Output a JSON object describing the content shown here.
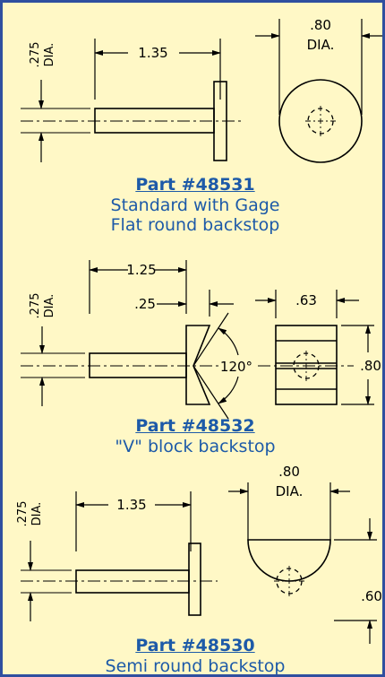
{
  "parts": [
    {
      "number": "Part #48531",
      "desc1": "Standard with Gage",
      "desc2": "Flat round backstop",
      "dims": {
        "length": "1.35",
        "shaft_dia_val": ".275",
        "shaft_dia_unit": "DIA.",
        "head_dia_val": ".80",
        "head_dia_unit": "DIA."
      }
    },
    {
      "number": "Part #48532",
      "desc1": "\"V\" block backstop",
      "dims": {
        "length": "1.25",
        "shaft_dia_val": ".275",
        "shaft_dia_unit": "DIA.",
        "head_thickness": ".25",
        "angle": "120°",
        "width": ".63",
        "height": ".80"
      }
    },
    {
      "number": "Part #48530",
      "desc1": "Semi round backstop",
      "dims": {
        "length": "1.35",
        "shaft_dia_val": ".275",
        "shaft_dia_unit": "DIA.",
        "head_dia_val": ".80",
        "head_dia_unit": "DIA.",
        "height": ".60"
      }
    }
  ],
  "colors": {
    "caption": "#1d5aa8",
    "background": "#fff8c6",
    "border": "#2f4f9f"
  }
}
